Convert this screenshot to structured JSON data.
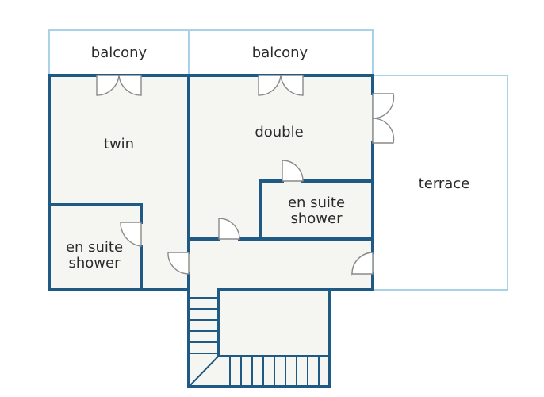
{
  "rooms": {
    "balcony_left": "balcony",
    "balcony_right": "balcony",
    "twin": "twin",
    "double": "double",
    "terrace": "terrace",
    "ensuite_left_line1": "en suite",
    "ensuite_left_line2": "shower",
    "ensuite_right_line1": "en suite",
    "ensuite_right_line2": "shower"
  },
  "colors": {
    "wall": "#1f5a85",
    "outline_light": "#a9d2e6",
    "floor": "#f5f6f1"
  }
}
